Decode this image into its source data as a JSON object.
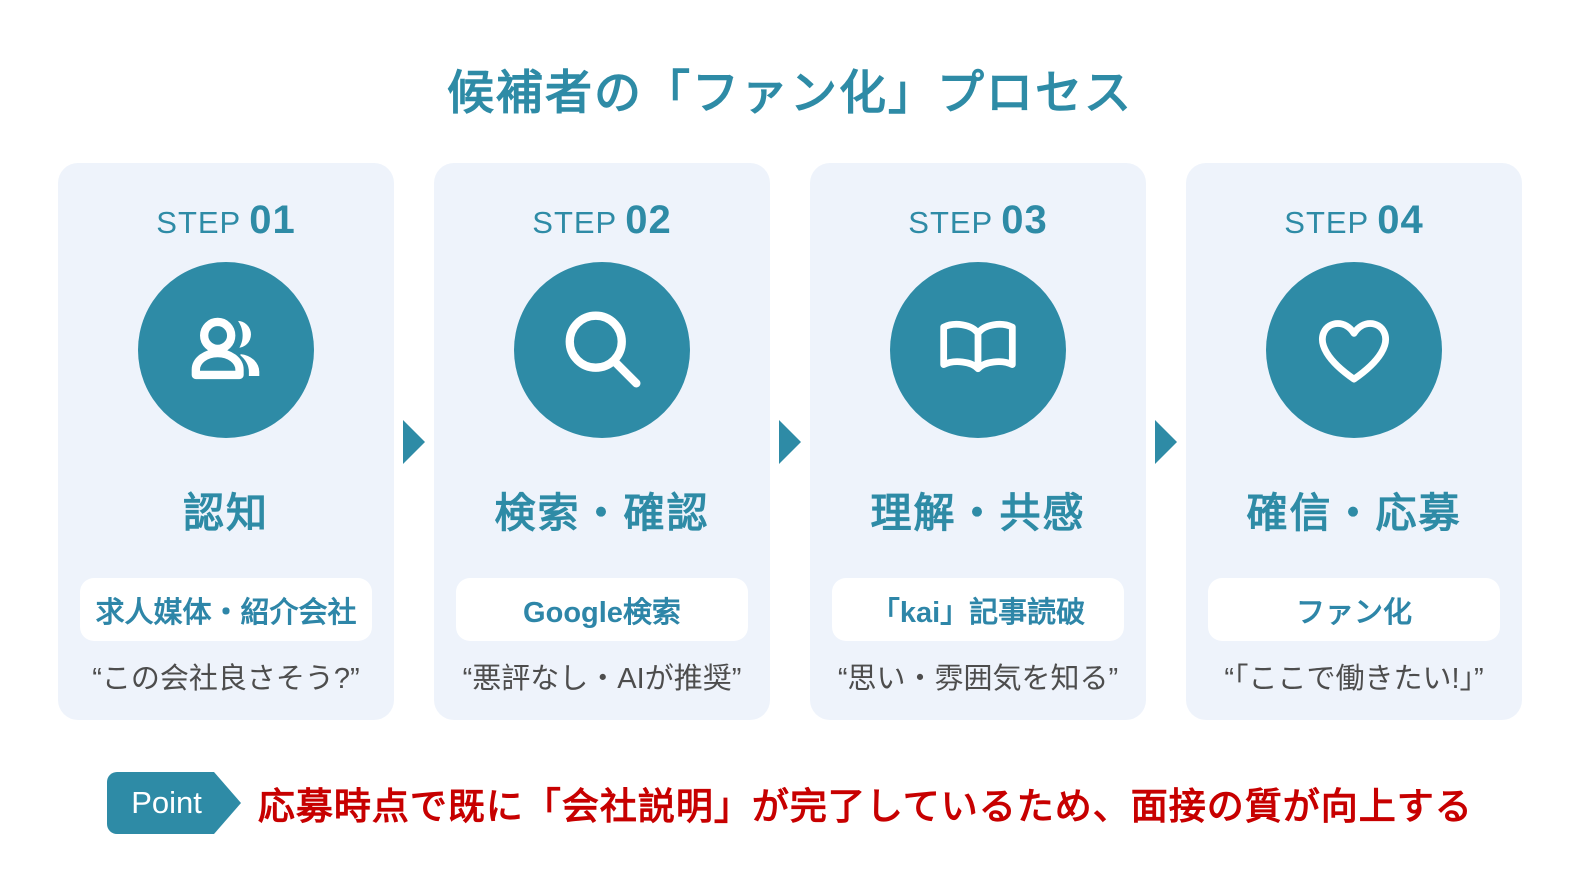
{
  "title": "候補者の「ファン化」プロセス",
  "steps": [
    {
      "label": "STEP",
      "number": "01",
      "icon": "people-icon",
      "name": "認知",
      "badge": "求人媒体・紹介会社",
      "quote": "“この会社良さそう?”"
    },
    {
      "label": "STEP",
      "number": "02",
      "icon": "search-icon",
      "name": "検索・確認",
      "badge": "Google検索",
      "quote": "“悪評なし・AIが推奨”"
    },
    {
      "label": "STEP",
      "number": "03",
      "icon": "book-icon",
      "name": "理解・共感",
      "badge": "「kai」記事読破",
      "quote": "“思い・雰囲気を知る”"
    },
    {
      "label": "STEP",
      "number": "04",
      "icon": "heart-icon",
      "name": "確信・応募",
      "badge": "ファン化",
      "quote": "“「ここで働きたい!」”"
    }
  ],
  "point": {
    "label": "Point",
    "text": "応募時点で既に「会社説明」が完了しているため、面接の質が向上する"
  },
  "colors": {
    "accent_teal": "#2e8ba6",
    "card_background": "#eef3fb",
    "badge_background": "#ffffff",
    "quote_gray": "#4d4d4d",
    "point_red": "#c70000"
  }
}
